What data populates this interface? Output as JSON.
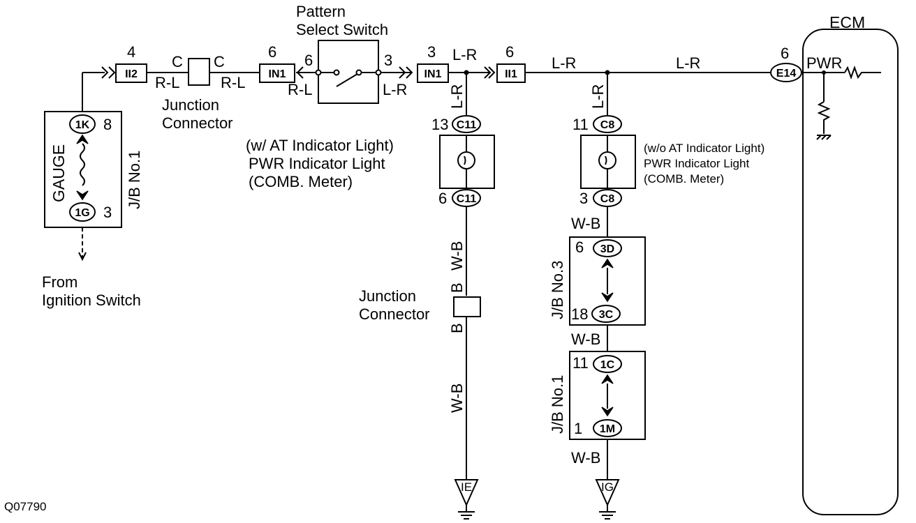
{
  "ecm": {
    "title": "ECM",
    "terminal": "PWR",
    "pin": "6",
    "connector": "E14"
  },
  "switch": {
    "line1": "Pattern",
    "line2": "Select Switch",
    "pin_left": "6",
    "pin_right": "3"
  },
  "connectors": {
    "ii2": {
      "pin": "4",
      "name": "II2"
    },
    "in1_left": {
      "pin": "6",
      "name": "IN1"
    },
    "in1_right": {
      "pin": "3",
      "name": "IN1"
    },
    "ii1": {
      "pin": "6",
      "name": "II1"
    },
    "jc_top": {
      "pin_left": "C",
      "pin_right": "C",
      "line1": "Junction",
      "line2": "Connector"
    },
    "jc_bottom": {
      "pin_top": "B",
      "pin_bottom": "B",
      "line1": "Junction",
      "line2": "Connector"
    }
  },
  "wires": {
    "rl": "R-L",
    "lr": "L-R",
    "wb": "W-B"
  },
  "gauge": {
    "title": "GAUGE",
    "jb": "J/B No.1",
    "top_code": "1K",
    "top_pin": "8",
    "bottom_code": "1G",
    "bottom_pin": "3"
  },
  "ignition": {
    "line1": "From",
    "line2": "Ignition Switch"
  },
  "light_at": {
    "line1": "(w/ AT Indicator Light)",
    "line2": "PWR Indicator Light",
    "line3": "(COMB. Meter)",
    "top_pin": "13",
    "top_code": "C11",
    "bottom_pin": "6",
    "bottom_code": "C11"
  },
  "light_no_at": {
    "line1": "(w/o AT Indicator Light)",
    "line2": "PWR Indicator Light",
    "line3": "(COMB. Meter)",
    "top_pin": "11",
    "top_code": "C8",
    "bottom_pin": "3",
    "bottom_code": "C8"
  },
  "jb3": {
    "label": "J/B No.3",
    "top_pin": "6",
    "top_code": "3D",
    "bottom_pin": "18",
    "bottom_code": "3C"
  },
  "jb1_right": {
    "label": "J/B No.1",
    "top_pin": "11",
    "top_code": "1C",
    "bottom_pin": "1",
    "bottom_code": "1M"
  },
  "grounds": {
    "left": "IE",
    "right": "IG"
  },
  "figure_id": "Q07790"
}
